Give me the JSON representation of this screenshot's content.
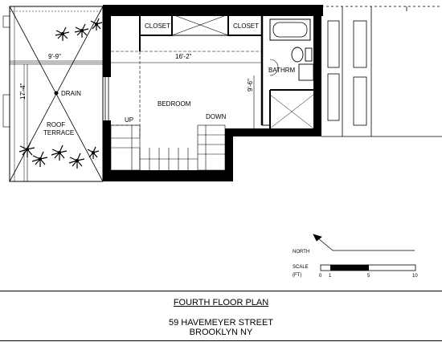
{
  "rooms": {
    "closet_left": "CLOSET",
    "closet_right": "CLOSET",
    "bathroom": "BATHRM",
    "bedroom": "BEDROOM",
    "roof_terrace_line1": "ROOF",
    "roof_terrace_line2": "TERRACE",
    "drain": "DRAIN"
  },
  "dimensions": {
    "terrace_width": "9'-9\"",
    "bedroom_width": "16'-2\"",
    "terrace_depth": "17'-4\"",
    "bath_depth": "9'-6\""
  },
  "stairs": {
    "up": "UP",
    "down": "DOWN"
  },
  "legend": {
    "north": "NORTH",
    "scale_line1": "SCALE",
    "scale_line2": "(FT)",
    "ticks": [
      "0",
      "1",
      "5",
      "10"
    ]
  },
  "title_block": {
    "title": "FOURTH FLOOR PLAN",
    "address_line1": "59 HAVEMEYER STREET",
    "address_line2": "BROOKLYN NY"
  },
  "icons": [
    "plant-icon",
    "north-arrow-icon",
    "drain-icon"
  ]
}
